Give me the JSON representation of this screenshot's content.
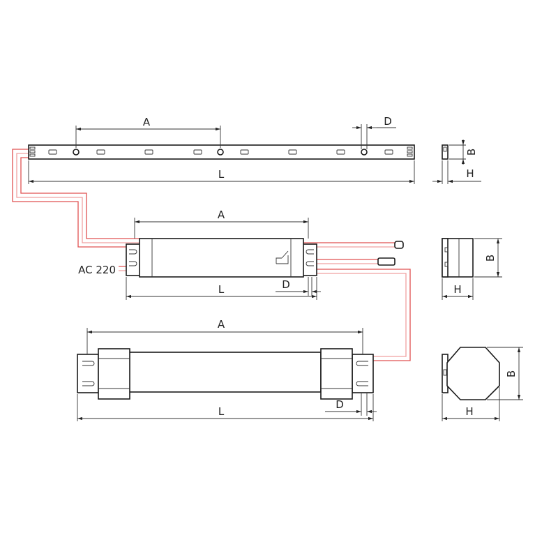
{
  "labels": {
    "dim_a": "A",
    "dim_l": "L",
    "dim_d": "D",
    "dim_b": "B",
    "dim_h": "H",
    "supply": "AC 220"
  },
  "colors": {
    "wire": "#e05050",
    "wire_light": "#f0a0a0",
    "outline": "#1a1a1a"
  }
}
